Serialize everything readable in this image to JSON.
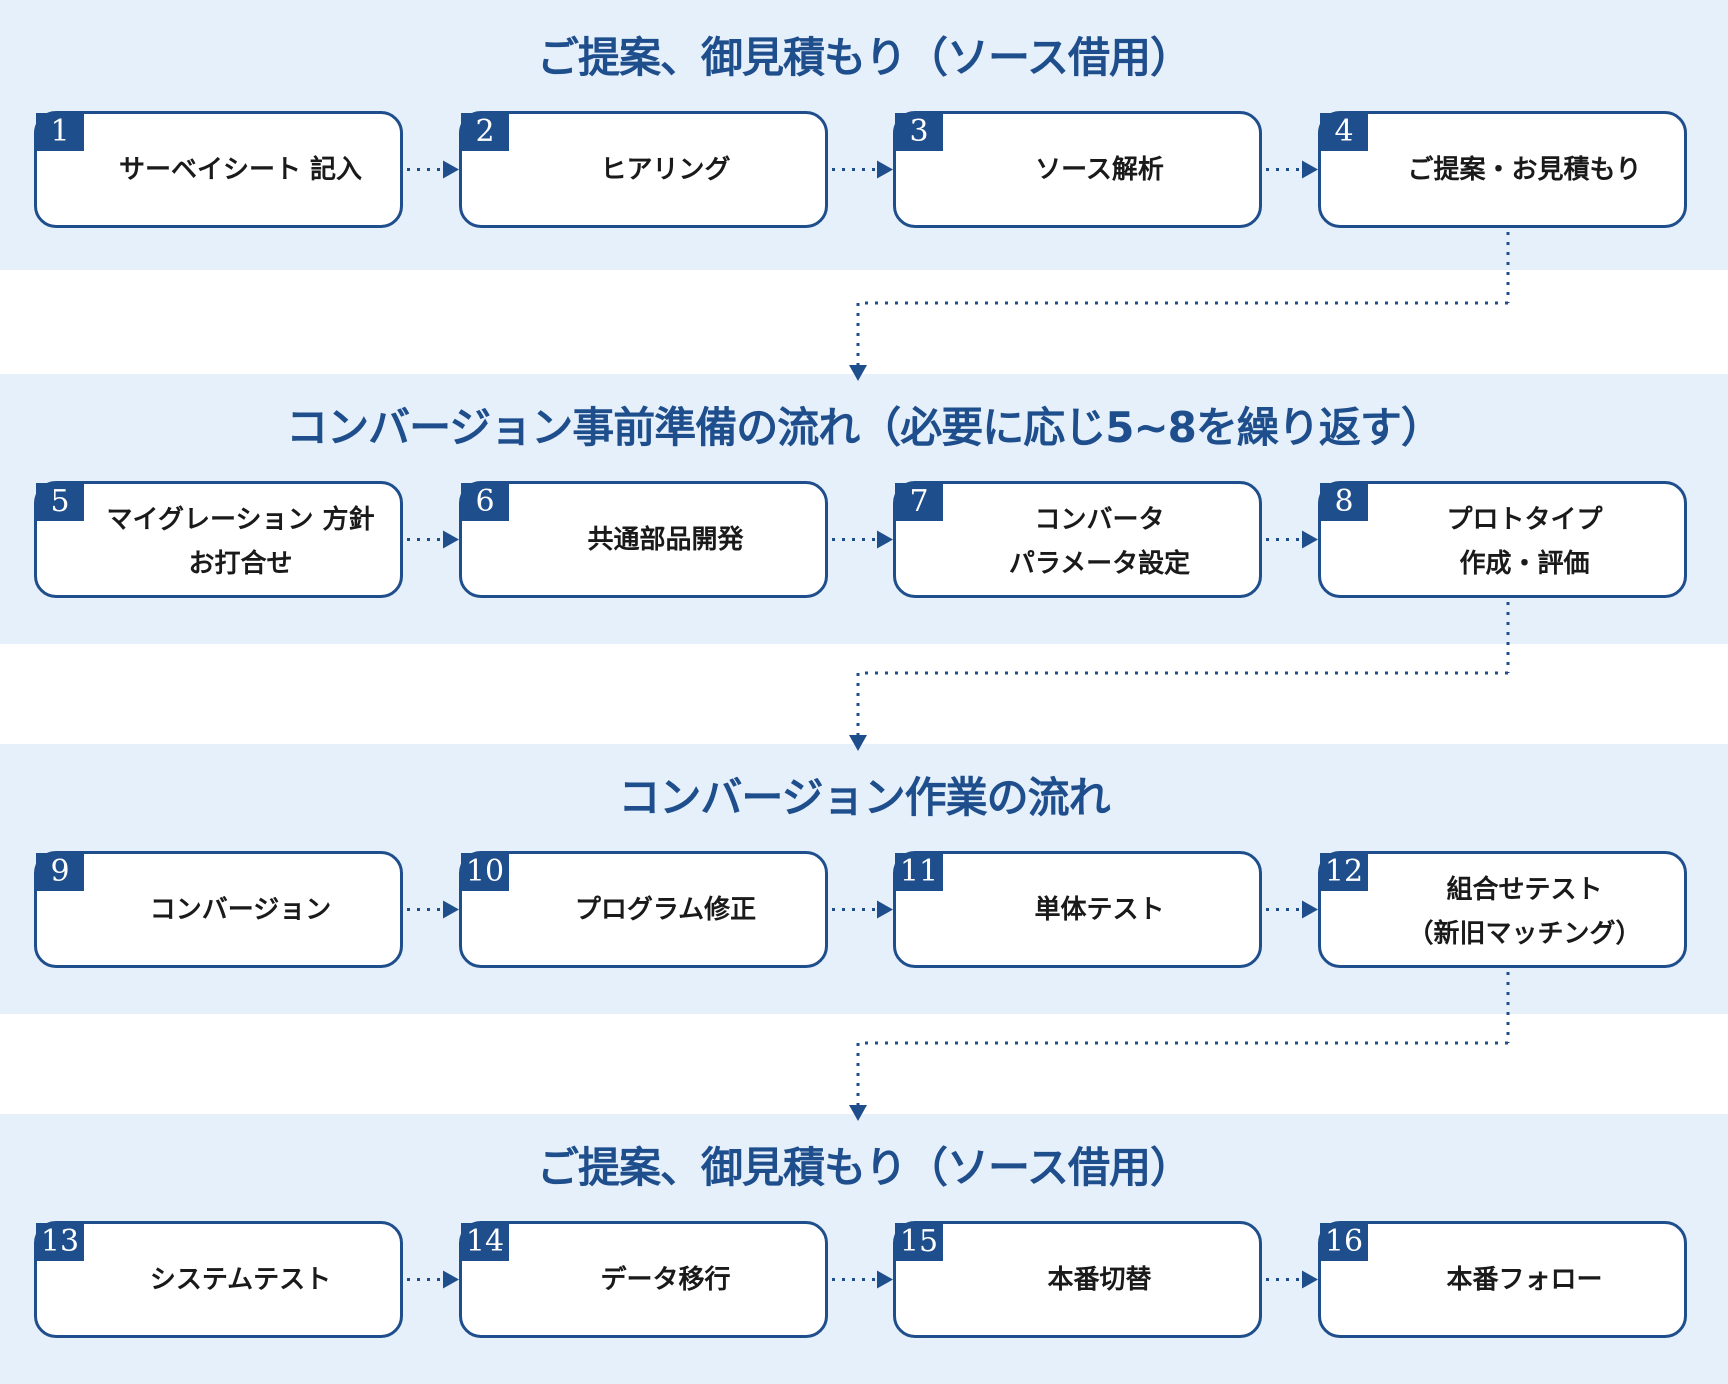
{
  "colors": {
    "band": "#e6f0fb",
    "primary": "#1f4e8c",
    "text": "#1a1a1a"
  },
  "sections": [
    {
      "title": "ご提案、御見積もり（ソース借用）",
      "steps": [
        {
          "num": "1",
          "lines": [
            "サーベイシート 記入"
          ]
        },
        {
          "num": "2",
          "lines": [
            "ヒアリング"
          ]
        },
        {
          "num": "3",
          "lines": [
            "ソース解析"
          ]
        },
        {
          "num": "4",
          "lines": [
            "ご提案・お見積もり"
          ]
        }
      ]
    },
    {
      "title": "コンバージョン事前準備の流れ（必要に応じ5~8を繰り返す）",
      "steps": [
        {
          "num": "5",
          "lines": [
            "マイグレーション 方針",
            "お打合せ"
          ]
        },
        {
          "num": "6",
          "lines": [
            "共通部品開発"
          ]
        },
        {
          "num": "7",
          "lines": [
            "コンバータ",
            "パラメータ設定"
          ]
        },
        {
          "num": "8",
          "lines": [
            "プロトタイプ",
            "作成・評価"
          ]
        }
      ]
    },
    {
      "title": "コンバージョン作業の流れ",
      "steps": [
        {
          "num": "9",
          "lines": [
            "コンバージョン"
          ]
        },
        {
          "num": "10",
          "lines": [
            "プログラム修正"
          ]
        },
        {
          "num": "11",
          "lines": [
            "単体テスト"
          ]
        },
        {
          "num": "12",
          "lines": [
            "組合せテスト",
            "（新旧マッチング）"
          ]
        }
      ]
    },
    {
      "title": "ご提案、御見積もり（ソース借用）",
      "steps": [
        {
          "num": "13",
          "lines": [
            "システムテスト"
          ]
        },
        {
          "num": "14",
          "lines": [
            "データ移行"
          ]
        },
        {
          "num": "15",
          "lines": [
            "本番切替"
          ]
        },
        {
          "num": "16",
          "lines": [
            "本番フォロー"
          ]
        }
      ]
    }
  ]
}
